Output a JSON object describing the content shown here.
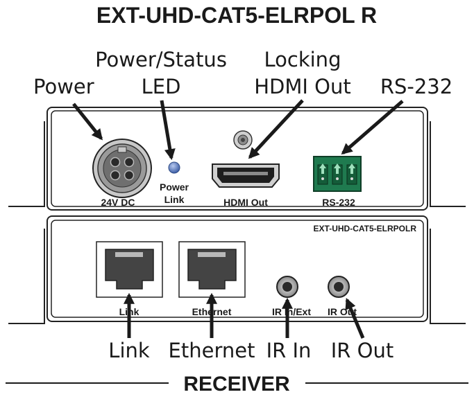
{
  "title": "EXT-UHD-CAT5-ELRPOL R",
  "footer": "RECEIVER",
  "top_panel": {
    "callouts": {
      "power": "Power",
      "status_led_1": "Power/Status",
      "status_led_2": "LED",
      "hdmi_1": "Locking",
      "hdmi_2": "HDMI Out",
      "rs232": "RS-232"
    },
    "labels": {
      "power": "24V DC",
      "led_1": "Power",
      "led_2": "Link",
      "hdmi": "HDMI Out",
      "rs232": "RS-232"
    },
    "colors": {
      "led": "#5d7fc4",
      "terminal": "#1f7a4f"
    }
  },
  "bottom_panel": {
    "model": "EXT-UHD-CAT5-ELRPOLR",
    "labels": {
      "link": "Link",
      "ethernet": "Ethernet",
      "ir_in": "IR In/Ext",
      "ir_out": "IR Out"
    },
    "callouts": {
      "link": "Link",
      "ethernet": "Ethernet",
      "ir_in": "IR In",
      "ir_out": "IR Out"
    }
  }
}
